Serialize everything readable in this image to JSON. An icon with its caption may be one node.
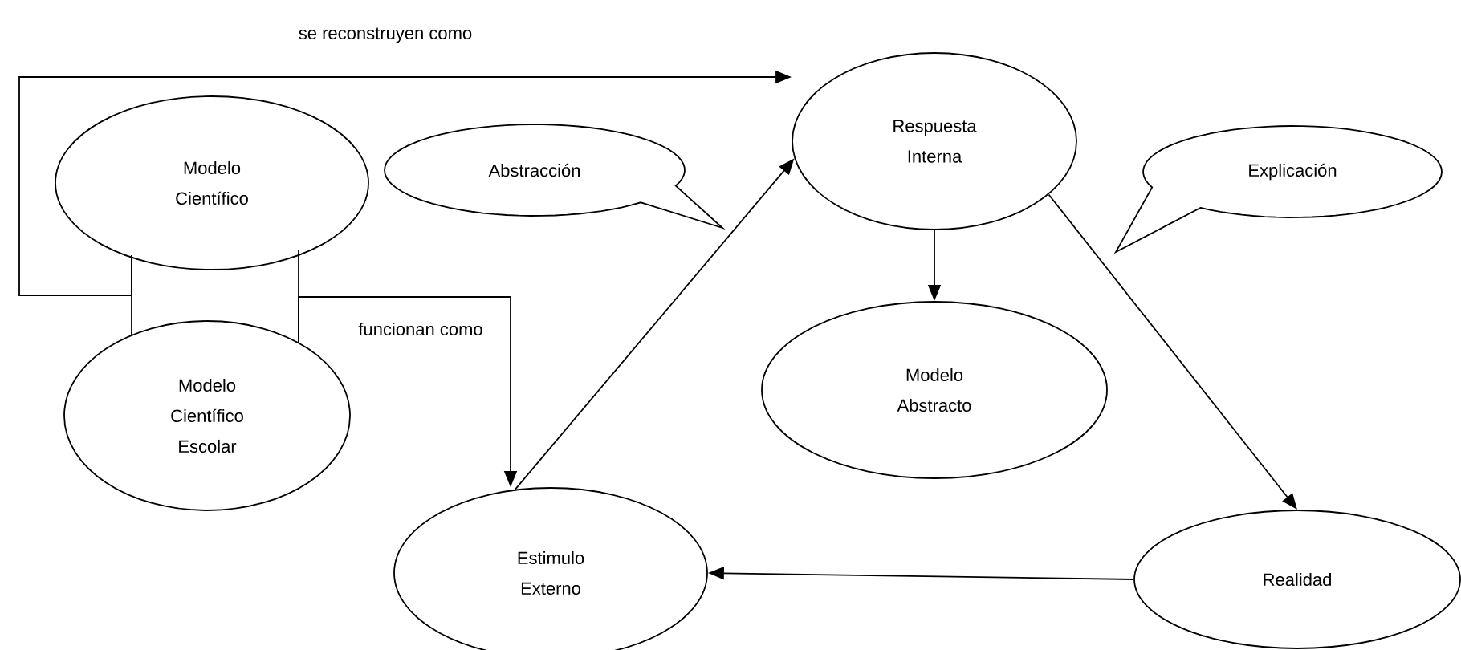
{
  "diagram": {
    "nodes": [
      {
        "text": [
          "Modelo Científico"
        ]
      },
      {
        "text": [
          "Modelo Científico Escolar"
        ]
      },
      {
        "text": [
          "Abstracción"
        ]
      },
      {
        "text": [
          "Respuesta Interna"
        ]
      },
      {
        "text": [
          "Explicación"
        ]
      },
      {
        "text": [
          "Modelo Abstracto"
        ]
      },
      {
        "text": [
          "Estimulo Externo"
        ]
      },
      {
        "text": [
          "Realidad"
        ]
      }
    ],
    "edges": [
      {
        "from": 0,
        "to": 1,
        "arrow": "none"
      },
      {
        "from": 0,
        "to": 1,
        "arrow": "none"
      },
      {
        "from": 0,
        "to": 3,
        "arrow": "to",
        "label": "se reconstruyen como"
      },
      {
        "from": 1,
        "to": 6,
        "arrow": "to",
        "label": "funcionan como"
      },
      {
        "from": 6,
        "to": 3,
        "arrow": "to"
      },
      {
        "from": 3,
        "to": 5,
        "arrow": "to"
      },
      {
        "from": 3,
        "to": 7,
        "arrow": "to"
      },
      {
        "from": 7,
        "to": 6,
        "arrow": "to"
      }
    ]
  }
}
